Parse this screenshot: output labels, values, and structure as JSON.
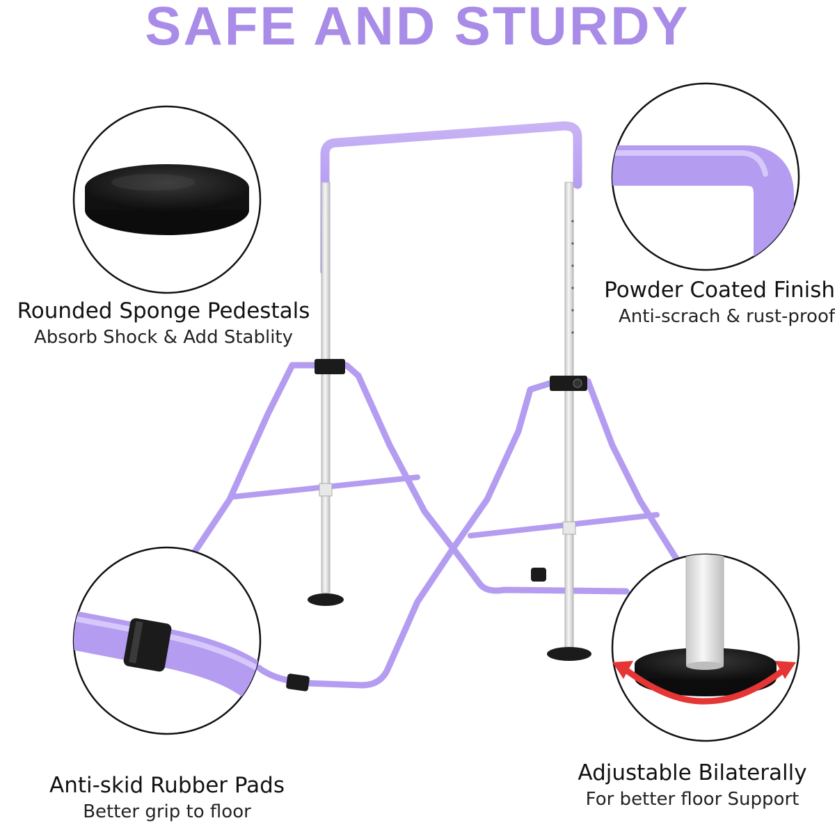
{
  "headline": "SAFE AND STURDY",
  "colors": {
    "accent": "#a98ce8",
    "frame": "#b9a2ef",
    "pole": "#dedede",
    "rubber": "#1b1b1b"
  },
  "callouts": {
    "pedestals": {
      "title": "Rounded Sponge Pedestals",
      "subtitle": "Absorb Shock & Add Stablity"
    },
    "finish": {
      "title": "Powder Coated Finish",
      "subtitle": "Anti-scrach & rust-proof"
    },
    "pads": {
      "title": "Anti-skid Rubber Pads",
      "subtitle": "Better grip to floor"
    },
    "adjust": {
      "title": "Adjustable Bilaterally",
      "subtitle": "For better floor Support"
    }
  },
  "icons": {
    "pedestal": "sponge-pedestal-closeup",
    "bend": "powder-coated-tube-closeup",
    "pad": "rubber-pad-closeup",
    "rotate": "rotation-arrows-icon"
  }
}
